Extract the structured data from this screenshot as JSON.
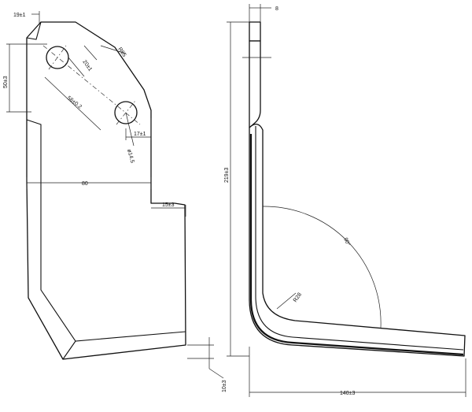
{
  "front_view": {
    "dims": {
      "tip_width": "19±1",
      "hole_height": "50±3",
      "hole_offset": "20±1",
      "radius_top": "R65",
      "hole_spacing": "56±0.2",
      "edge_to_hole": "17±1",
      "hole_diameter": "ø14.5",
      "width": "80",
      "step": "15±3",
      "bottom_thickness": "10±3"
    }
  },
  "side_view": {
    "dims": {
      "thickness": "8",
      "height": "219±3",
      "angle": "90°",
      "bend_radius": "R28",
      "length": "140±3"
    }
  }
}
